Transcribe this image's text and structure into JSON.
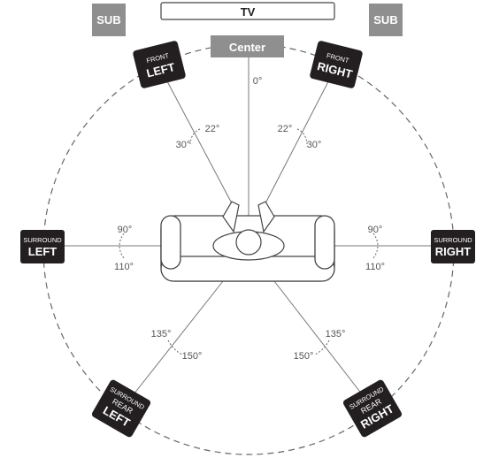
{
  "tv": {
    "label": "TV"
  },
  "subs": [
    {
      "label": "SUB"
    },
    {
      "label": "SUB"
    }
  ],
  "center": {
    "label": "Center",
    "angle": "0°"
  },
  "front_left": {
    "line1": "FRONT",
    "line2": "LEFT",
    "angles": [
      "22°",
      "30°"
    ]
  },
  "front_right": {
    "line1": "FRONT",
    "line2": "RIGHT",
    "angles": [
      "22°",
      "30°"
    ]
  },
  "surround_left": {
    "line1": "SURROUND",
    "line2": "LEFT",
    "angles": [
      "90°",
      "110°"
    ]
  },
  "surround_right": {
    "line1": "SURROUND",
    "line2": "RIGHT",
    "angles": [
      "90°",
      "110°"
    ]
  },
  "rear_left": {
    "line1": "SURROUND",
    "line2": "REAR",
    "line3": "LEFT",
    "angles": [
      "135°",
      "150°"
    ]
  },
  "rear_right": {
    "line1": "SURROUND",
    "line2": "REAR",
    "line3": "RIGHT",
    "angles": [
      "135°",
      "150°"
    ]
  },
  "colors": {
    "speaker": "#231f20",
    "sub": "#8f8f8f",
    "line": "#777777"
  }
}
